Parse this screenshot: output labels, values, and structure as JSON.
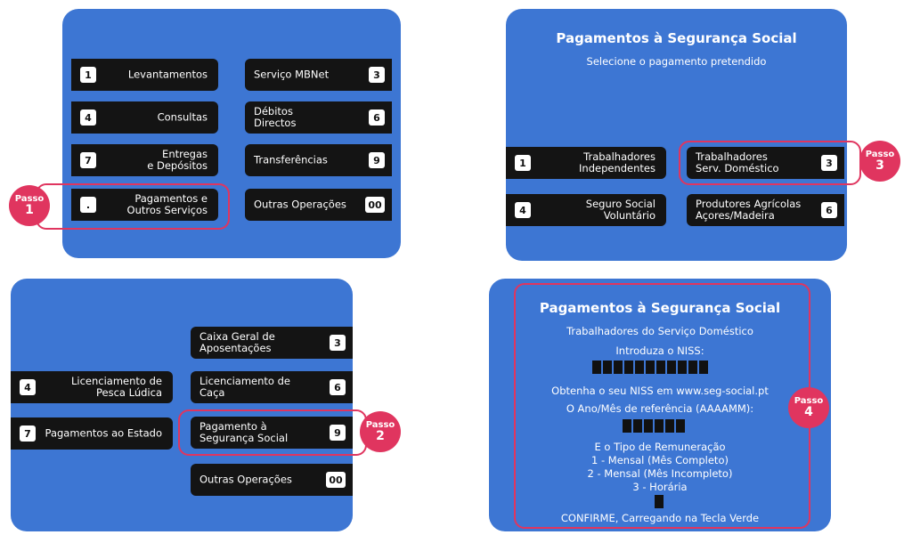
{
  "screen1": {
    "left_buttons": [
      {
        "key": "1",
        "label": "Levantamentos"
      },
      {
        "key": "4",
        "label": "Consultas"
      },
      {
        "key": "7",
        "label": "Entregas\ne Depósitos"
      },
      {
        "key": ".",
        "label": "Pagamentos e\nOutros Serviços"
      }
    ],
    "right_buttons": [
      {
        "key": "3",
        "label": "Serviço MBNet"
      },
      {
        "key": "6",
        "label": "Débitos\nDirectos"
      },
      {
        "key": "9",
        "label": "Transferências"
      },
      {
        "key": "00",
        "label": "Outras Operações"
      }
    ],
    "step": {
      "text": "Passo",
      "num": "1"
    }
  },
  "screen2": {
    "title": "Pagamentos à Segurança Social",
    "subtitle": "Selecione o pagamento pretendido",
    "left_buttons": [
      {
        "key": "1",
        "label": "Trabalhadores\nIndependentes"
      },
      {
        "key": "4",
        "label": "Seguro Social\nVoluntário"
      }
    ],
    "right_buttons": [
      {
        "key": "3",
        "label": "Trabalhadores\nServ. Doméstico"
      },
      {
        "key": "6",
        "label": "Produtores Agrícolas\nAçores/Madeira"
      }
    ],
    "step": {
      "text": "Passo",
      "num": "3"
    }
  },
  "screen3": {
    "left_buttons": [
      {
        "key": "4",
        "label": "Licenciamento de\nPesca Lúdica"
      },
      {
        "key": "7",
        "label": "Pagamentos ao Estado"
      }
    ],
    "right_buttons": [
      {
        "key": "3",
        "label": "Caixa Geral de\nAposentações"
      },
      {
        "key": "6",
        "label": "Licenciamento de\nCaça"
      },
      {
        "key": "9",
        "label": "Pagamento à\nSegurança Social"
      },
      {
        "key": "00",
        "label": "Outras Operações"
      }
    ],
    "step": {
      "text": "Passo",
      "num": "2"
    }
  },
  "screen4": {
    "title": "Pagamentos à Segurança Social",
    "subtitle": "Trabalhadores do Serviço Doméstico",
    "niss_prompt": "Introduza o NISS:",
    "niss_boxes": 11,
    "niss_info": "Obtenha o seu NISS em www.seg-social.pt",
    "ref_prompt": "O Ano/Mês de referência (AAAAMM):",
    "ref_boxes": 6,
    "remun_title": "E o Tipo de Remuneração",
    "remun_options": [
      "1 - Mensal (Mês Completo)",
      "2 - Mensal  (Mês Incompleto)",
      "3 - Horária"
    ],
    "type_boxes": 1,
    "confirm": "CONFIRME, Carregando na Tecla Verde",
    "step": {
      "text": "Passo",
      "num": "4"
    }
  },
  "colors": {
    "screen": "#3d76d3",
    "button": "#141414",
    "highlight": "#e0355f"
  }
}
